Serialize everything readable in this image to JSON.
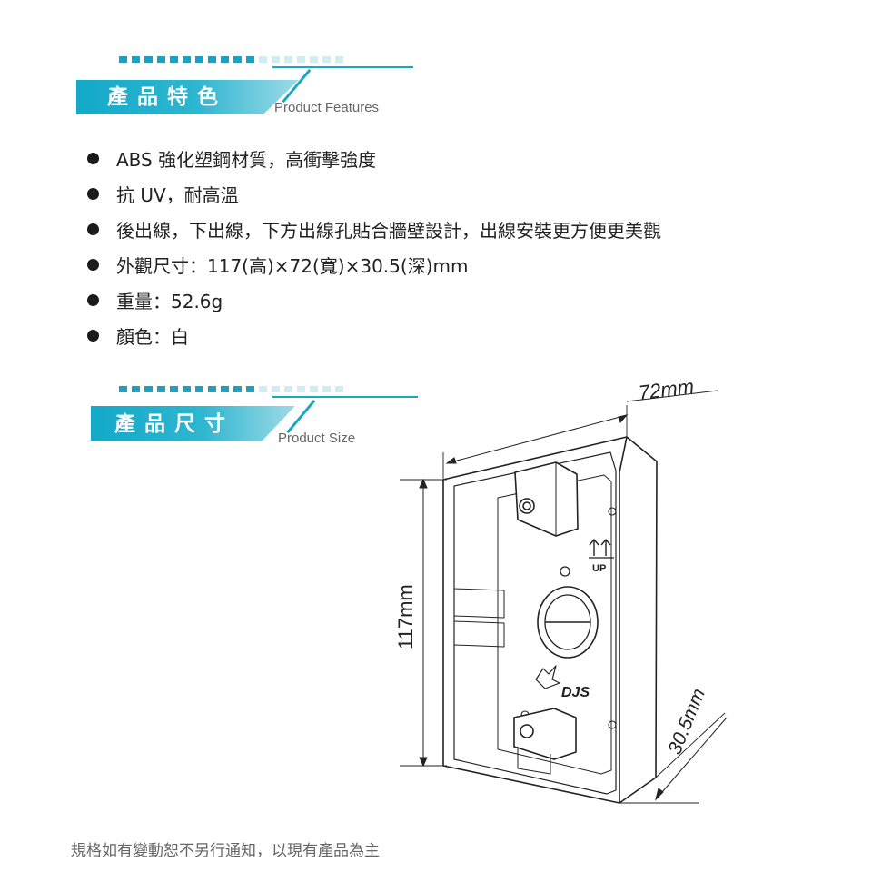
{
  "features_section": {
    "title": "產品特色",
    "subtitle": "Product Features",
    "items": [
      "ABS 強化塑鋼材質，高衝擊強度",
      "抗 UV，耐高溫",
      "後出線，下出線，下方出線孔貼合牆壁設計，出線安裝更方便更美觀",
      "外觀尺寸：117(高)×72(寬)×30.5(深)mm",
      "重量：52.6g",
      "顏色：白"
    ]
  },
  "size_section": {
    "title": "產品尺寸",
    "subtitle": "Product Size"
  },
  "diagram": {
    "width_label": "72mm",
    "height_label": "117mm",
    "depth_label": "30.5mm",
    "up_label": "UP",
    "brand_label": "DJS"
  },
  "footnote": "規格如有變動恕不另行通知，以現有產品為主",
  "colors": {
    "accent": "#1aa7c4",
    "dot_dark": "#1aa2c2",
    "dot_light": "#cfeef4"
  }
}
